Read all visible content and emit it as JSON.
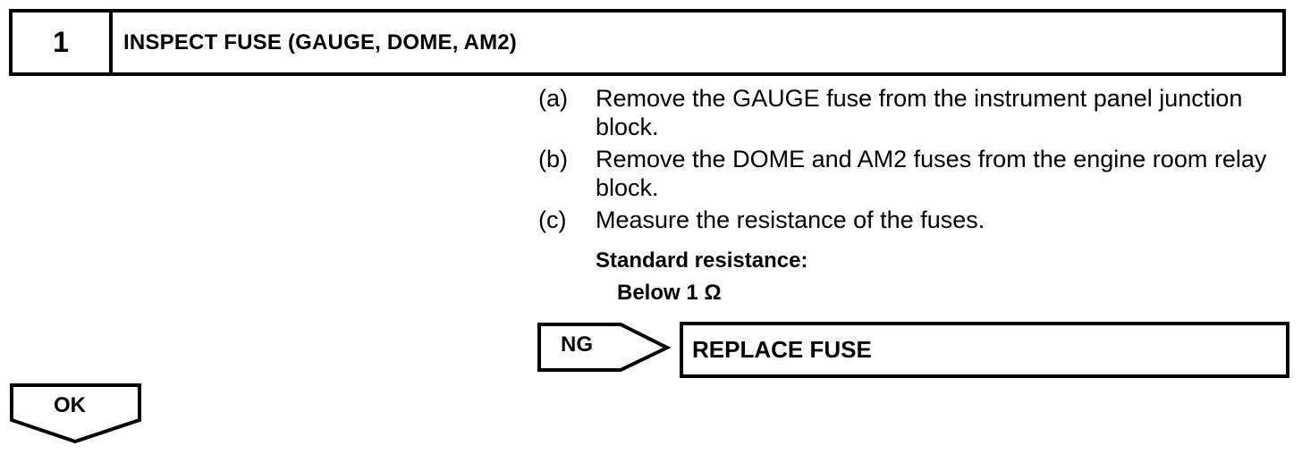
{
  "step": {
    "number": "1",
    "title": "INSPECT FUSE (GAUGE, DOME, AM2)"
  },
  "instructions": [
    {
      "label": "(a)",
      "text": "Remove the GAUGE fuse from the instrument panel junction block."
    },
    {
      "label": "(b)",
      "text": "Remove the DOME and AM2 fuses from the engine room relay block."
    },
    {
      "label": "(c)",
      "text": "Measure the resistance of the fuses."
    }
  ],
  "spec": {
    "heading": "Standard resistance:",
    "value": "Below 1 Ω"
  },
  "ng": {
    "label": "NG",
    "action": "REPLACE FUSE"
  },
  "ok": {
    "label": "OK"
  }
}
